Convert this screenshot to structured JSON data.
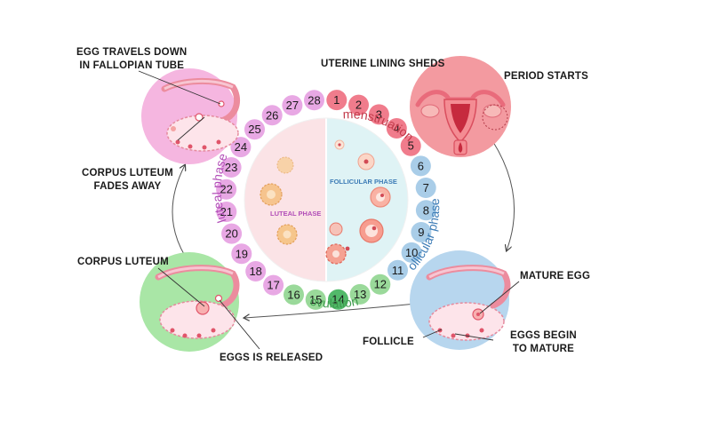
{
  "labels": {
    "egg_travels_line1": "EGG TRAVELS DOWN",
    "egg_travels_line2": "IN FALLOPIAN TUBE",
    "uterine_lining": "UTERINE LINING SHEDS",
    "period_starts": "PERIOD STARTS",
    "corpus_fades_line1": "CORPUS LUTEUM",
    "corpus_fades_line2": "FADES AWAY",
    "corpus_luteum": "CORPUS LUTEUM",
    "eggs_released": "EGGS IS RELEASED",
    "mature_egg": "MATURE EGG",
    "follicle": "FOLLICLE",
    "eggs_begin_line1": "EGGS BEGIN",
    "eggs_begin_line2": "TO MATURE"
  },
  "phases": {
    "menstruation": "menstruation",
    "follicular": "follicular phase",
    "ovulation": "ovulation",
    "luteal": "luteal phase",
    "follicular_inner": "FOLLICULAR PHASE",
    "luteal_inner": "LUTEAL PHASE"
  },
  "days": [
    "1",
    "2",
    "3",
    "4",
    "5",
    "6",
    "7",
    "8",
    "9",
    "10",
    "11",
    "12",
    "13",
    "14",
    "15",
    "16",
    "17",
    "18",
    "19",
    "20",
    "21",
    "22",
    "23",
    "24",
    "25",
    "26",
    "27",
    "28"
  ],
  "colors": {
    "menstruation": "#f07c8c",
    "follicular": "#a9cde8",
    "ovulation": "#9ad99a",
    "ovulation_peak": "#52b96a",
    "luteal": "#e8a8e4",
    "luteal_bg": "#fbe3e6",
    "follicular_bg": "#dff3f5",
    "menstruation_text": "#c23a4a",
    "follicular_text": "#3d7cb6",
    "ovulation_text": "#3d9a4c",
    "luteal_text": "#b24fb8",
    "circle_pink": "#f5b6e0",
    "circle_red": "#f39aa0",
    "circle_blue": "#b7d6ee",
    "circle_green": "#a9e6a6"
  }
}
